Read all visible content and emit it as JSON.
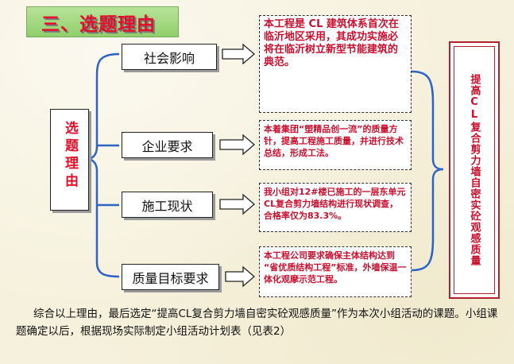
{
  "title": "三、选题理由",
  "left_label": "选题理由",
  "categories": [
    {
      "label": "社会影响",
      "description": "本工程是 CL 建筑体系首次在临沂地区采用，其成功实施必将在临沂树立新型节能建筑的典范。"
    },
    {
      "label": "企业要求",
      "description": "本着集团“塑精品创一流”的质量方针，提高工程施工质量，并进行技术总结，形成工法。"
    },
    {
      "label": "施工现状",
      "description": "我小组对12#楼已施工的一层东单元CL复合剪力墙结构进行现状调查，合格率仅为83.3%。"
    },
    {
      "label": "质量目标要求",
      "description": "本工程公司要求确保主体结构达到 “省优质结构工程”标准，外墙保温一体化观摩示范工程。"
    }
  ],
  "conclusion": "提高CL复合剪力墙自密实砼观感质量",
  "summary": "综合以上理由，最后选定“提高CL复合剪力墙自密实砼观感质量”作为本次小组活动的课题。小组课题确定以后，根据现场实际制定小组活动计划表（见表2）",
  "colors": {
    "title_red": "#e3102a",
    "title_bg": "#9fd87a",
    "connector_blue": "#2d62c8",
    "frame_red": "#b3202e"
  }
}
